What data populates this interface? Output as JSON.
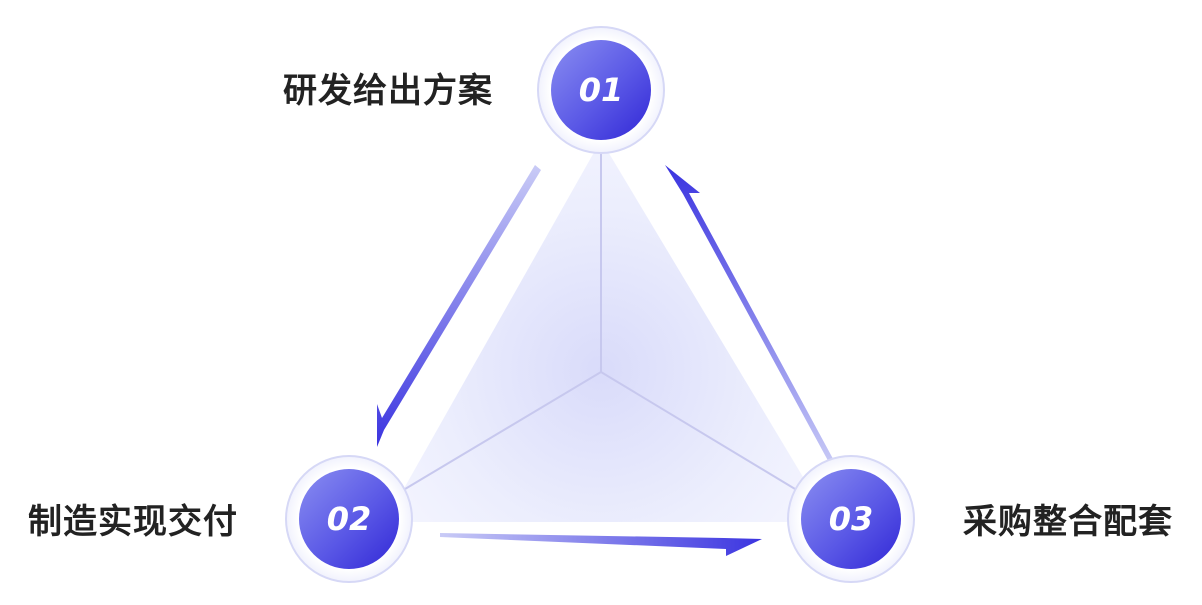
{
  "steps": [
    {
      "number": "01",
      "label": "研发给出方案"
    },
    {
      "number": "02",
      "label": "制造实现交付"
    },
    {
      "number": "03",
      "label": "采购整合配套"
    }
  ],
  "colors": {
    "accent": "#3b34e0",
    "node_light": "#7d82ee",
    "node_dark": "#3a30db",
    "ring": "#d6d8f6",
    "connector": "#c7c8ee",
    "triangle_fill": "#e4e5fb",
    "label_text": "#222222",
    "number_text": "#ffffff"
  }
}
